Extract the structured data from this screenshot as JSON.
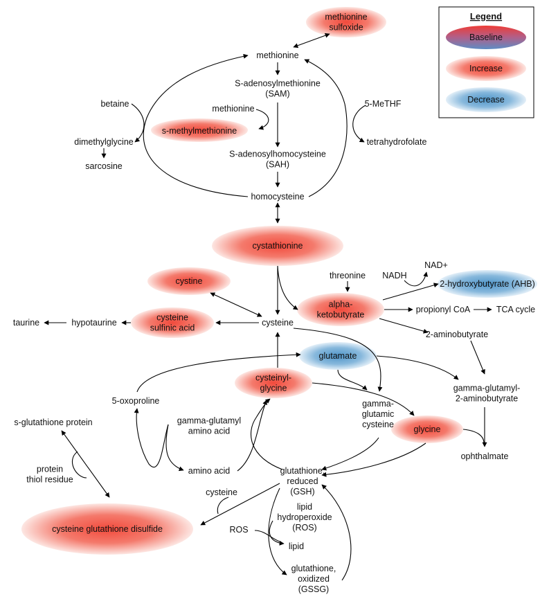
{
  "legend": {
    "title": "Legend",
    "items": [
      {
        "key": "baseline",
        "label": "Baseline",
        "color": "#e8463a",
        "color2": "#6a8fc0"
      },
      {
        "key": "increase",
        "label": "Increase",
        "color": "#f0493b"
      },
      {
        "key": "decrease",
        "label": "Decrease",
        "color": "#6aa7cf"
      }
    ]
  },
  "nodes": {
    "methionine_sulfoxide": {
      "lines": [
        "methionine",
        "sulfoxide"
      ],
      "status": "increase"
    },
    "methionine": {
      "lines": [
        "methionine"
      ]
    },
    "sam": {
      "lines": [
        "S-adenosylmethionine",
        "(SAM)"
      ]
    },
    "methionine2": {
      "lines": [
        "methionine"
      ]
    },
    "s_methylmethionine": {
      "lines": [
        "s-methylmethionine"
      ],
      "status": "increase"
    },
    "sah": {
      "lines": [
        "S-adenosylhomocysteine",
        "(SAH)"
      ]
    },
    "homocysteine": {
      "lines": [
        "homocysteine"
      ]
    },
    "betaine": {
      "lines": [
        "betaine"
      ]
    },
    "dimethylglycine": {
      "lines": [
        "dimethylglycine"
      ]
    },
    "sarcosine": {
      "lines": [
        "sarcosine"
      ]
    },
    "methf": {
      "lines": [
        "5-MeTHF"
      ]
    },
    "thf": {
      "lines": [
        "tetrahydrofolate"
      ]
    },
    "cystathionine": {
      "lines": [
        "cystathionine"
      ],
      "status": "increase"
    },
    "cystine": {
      "lines": [
        "cystine"
      ],
      "status": "increase"
    },
    "threonine": {
      "lines": [
        "threonine"
      ]
    },
    "nadh": {
      "lines": [
        "NADH"
      ]
    },
    "nadplus": {
      "lines": [
        "NAD+"
      ]
    },
    "ahb": {
      "lines": [
        "2-hydroxybutyrate (AHB)"
      ],
      "status": "decrease"
    },
    "alpha_ketobutyrate": {
      "lines": [
        "alpha-",
        "ketobutyrate"
      ],
      "status": "increase"
    },
    "propionyl": {
      "lines": [
        "propionyl CoA"
      ]
    },
    "tca": {
      "lines": [
        "TCA cycle"
      ]
    },
    "aminobutyrate": {
      "lines": [
        "2-aminobutyrate"
      ]
    },
    "taurine": {
      "lines": [
        "taurine"
      ]
    },
    "hypotaurine": {
      "lines": [
        "hypotaurine"
      ]
    },
    "cysteine_sulfinic": {
      "lines": [
        "cysteine",
        "sulfinic acid"
      ],
      "status": "increase"
    },
    "cysteine": {
      "lines": [
        "cysteine"
      ]
    },
    "glutamate": {
      "lines": [
        "glutamate"
      ],
      "status": "decrease"
    },
    "cysteinylglycine": {
      "lines": [
        "cysteinyl-",
        "glycine"
      ],
      "status": "increase"
    },
    "gg_aminobutyrate": {
      "lines": [
        "gamma-glutamyl-",
        "2-aminobutyrate"
      ]
    },
    "oxoproline": {
      "lines": [
        "5-oxoproline"
      ]
    },
    "gg_cysteine": {
      "lines": [
        "gamma-",
        "glutamic",
        "cysteine"
      ]
    },
    "glycine": {
      "lines": [
        "glycine"
      ],
      "status": "increase"
    },
    "ophthalmate": {
      "lines": [
        "ophthalmate"
      ]
    },
    "s_glutathione_protein": {
      "lines": [
        "s-glutathione protein"
      ]
    },
    "gg_amino_acid": {
      "lines": [
        "gamma-glutamyl",
        "amino acid"
      ]
    },
    "protein_thiol": {
      "lines": [
        "protein",
        "thiol residue"
      ]
    },
    "amino_acid": {
      "lines": [
        "amino acid"
      ]
    },
    "gsh": {
      "lines": [
        "glutathione,",
        "reduced",
        "(GSH)"
      ]
    },
    "cysteine2": {
      "lines": [
        "cysteine"
      ]
    },
    "lipid_hydroperoxide": {
      "lines": [
        "lipid",
        "hydroperoxide",
        "(ROS)"
      ]
    },
    "ros": {
      "lines": [
        "ROS"
      ]
    },
    "cgd": {
      "lines": [
        "cysteine glutathione disulfide"
      ],
      "status": "increase"
    },
    "lipid": {
      "lines": [
        "lipid"
      ]
    },
    "gssg": {
      "lines": [
        "glutathione,",
        "oxidized",
        "(GSSG)"
      ]
    }
  }
}
